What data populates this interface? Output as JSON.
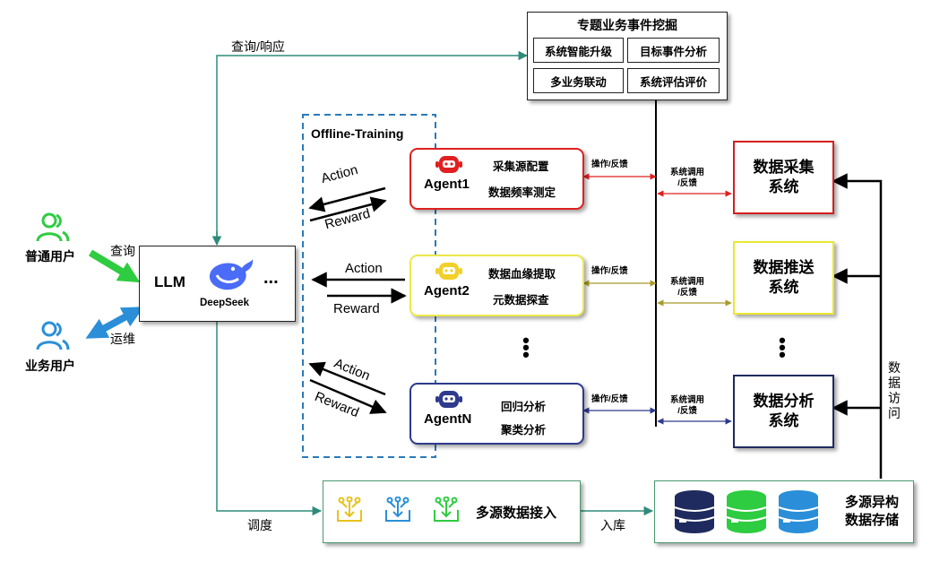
{
  "topic_box": {
    "title": "专题业务事件挖掘",
    "cells": [
      "系统智能升级",
      "目标事件分析",
      "多业务联动",
      "系统评估评价"
    ]
  },
  "labels": {
    "query_response": "查询/响应",
    "offline_training": "Offline-Training",
    "query": "查询",
    "ops": "运维",
    "schedule": "调度",
    "ingest": "入库",
    "data_access": [
      "数",
      "据",
      "访",
      "问"
    ]
  },
  "users": {
    "normal_user": "普通用户",
    "business_user": "业务用户"
  },
  "llm": {
    "label": "LLM",
    "model": "DeepSeek",
    "more": "..."
  },
  "training_arrows": [
    {
      "action": "Action",
      "reward": "Reward"
    },
    {
      "action": "Action",
      "reward": "Reward"
    },
    {
      "action": "Action",
      "reward": "Reward"
    }
  ],
  "agents": [
    {
      "name": "Agent1",
      "task1": "采集源配置",
      "task2": "数据频率测定",
      "color": "#e02020"
    },
    {
      "name": "Agent2",
      "task1": "数据血缘提取",
      "task2": "元数据探查",
      "color": "#ece84a"
    },
    {
      "name": "AgentN",
      "task1": "回归分析",
      "task2": "聚类分析",
      "color": "#2e3a8c"
    }
  ],
  "agent_link_label": "操作/反馈",
  "system_link_label": "系统调用\n/反馈",
  "systems": [
    {
      "line1": "数据采集",
      "line2": "系统",
      "color": "#d42020"
    },
    {
      "line1": "数据推送",
      "line2": "系统",
      "color": "#e8e830"
    },
    {
      "line1": "数据分析",
      "line2": "系统",
      "color": "#1f2a5e"
    }
  ],
  "ingest_box": {
    "label": "多源数据接入"
  },
  "storage_box": {
    "label_line1": "多源异构",
    "label_line2": "数据存储"
  },
  "colors": {
    "teal_line": "#2e8b7a",
    "blue_dashed": "#2a7ab8",
    "green_user": "#2ecc40",
    "blue_user": "#2a8fd8",
    "box_border_green": "#4a9a70"
  }
}
